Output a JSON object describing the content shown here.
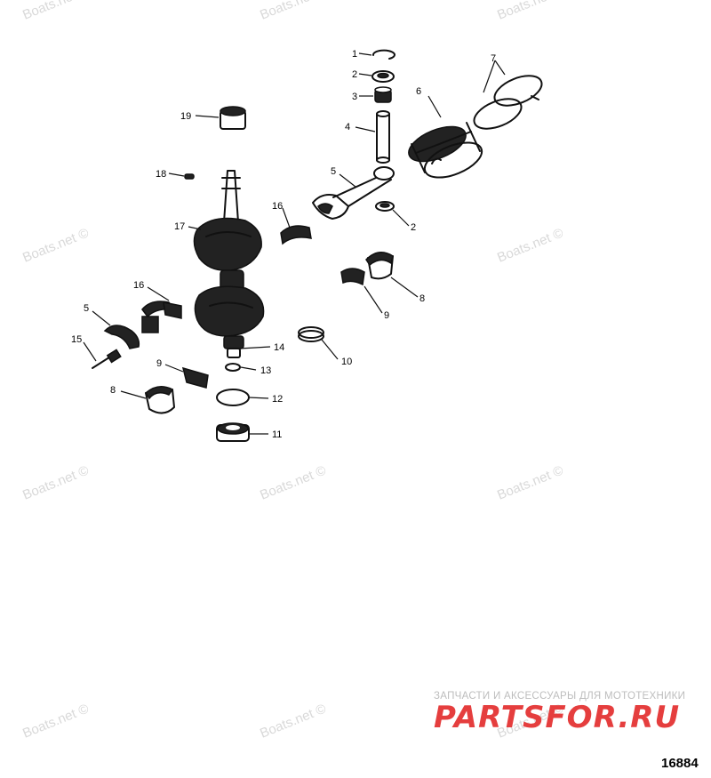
{
  "watermark": {
    "text": "Boats.net ©"
  },
  "callouts": {
    "c1": "1",
    "c2a": "2",
    "c3": "3",
    "c4": "4",
    "c5a": "5",
    "c6": "6",
    "c7": "7",
    "c19": "19",
    "c18": "18",
    "c17": "17",
    "c16a": "16",
    "c2b": "2",
    "c16b": "16",
    "c5b": "5",
    "c15": "15",
    "c9a": "9",
    "c8a": "8",
    "c14": "14",
    "c13": "13",
    "c12": "12",
    "c11": "11",
    "c10": "10",
    "c8b": "8",
    "c9b": "9"
  },
  "branding": {
    "tagline": "ЗАПЧАСТИ И АКСЕССУАРЫ ДЛЯ МОТОТЕХНИКИ",
    "logo_text": "PARTSFOR.RU",
    "logo_color": "#e53e3e"
  },
  "diagram_number": "16884"
}
